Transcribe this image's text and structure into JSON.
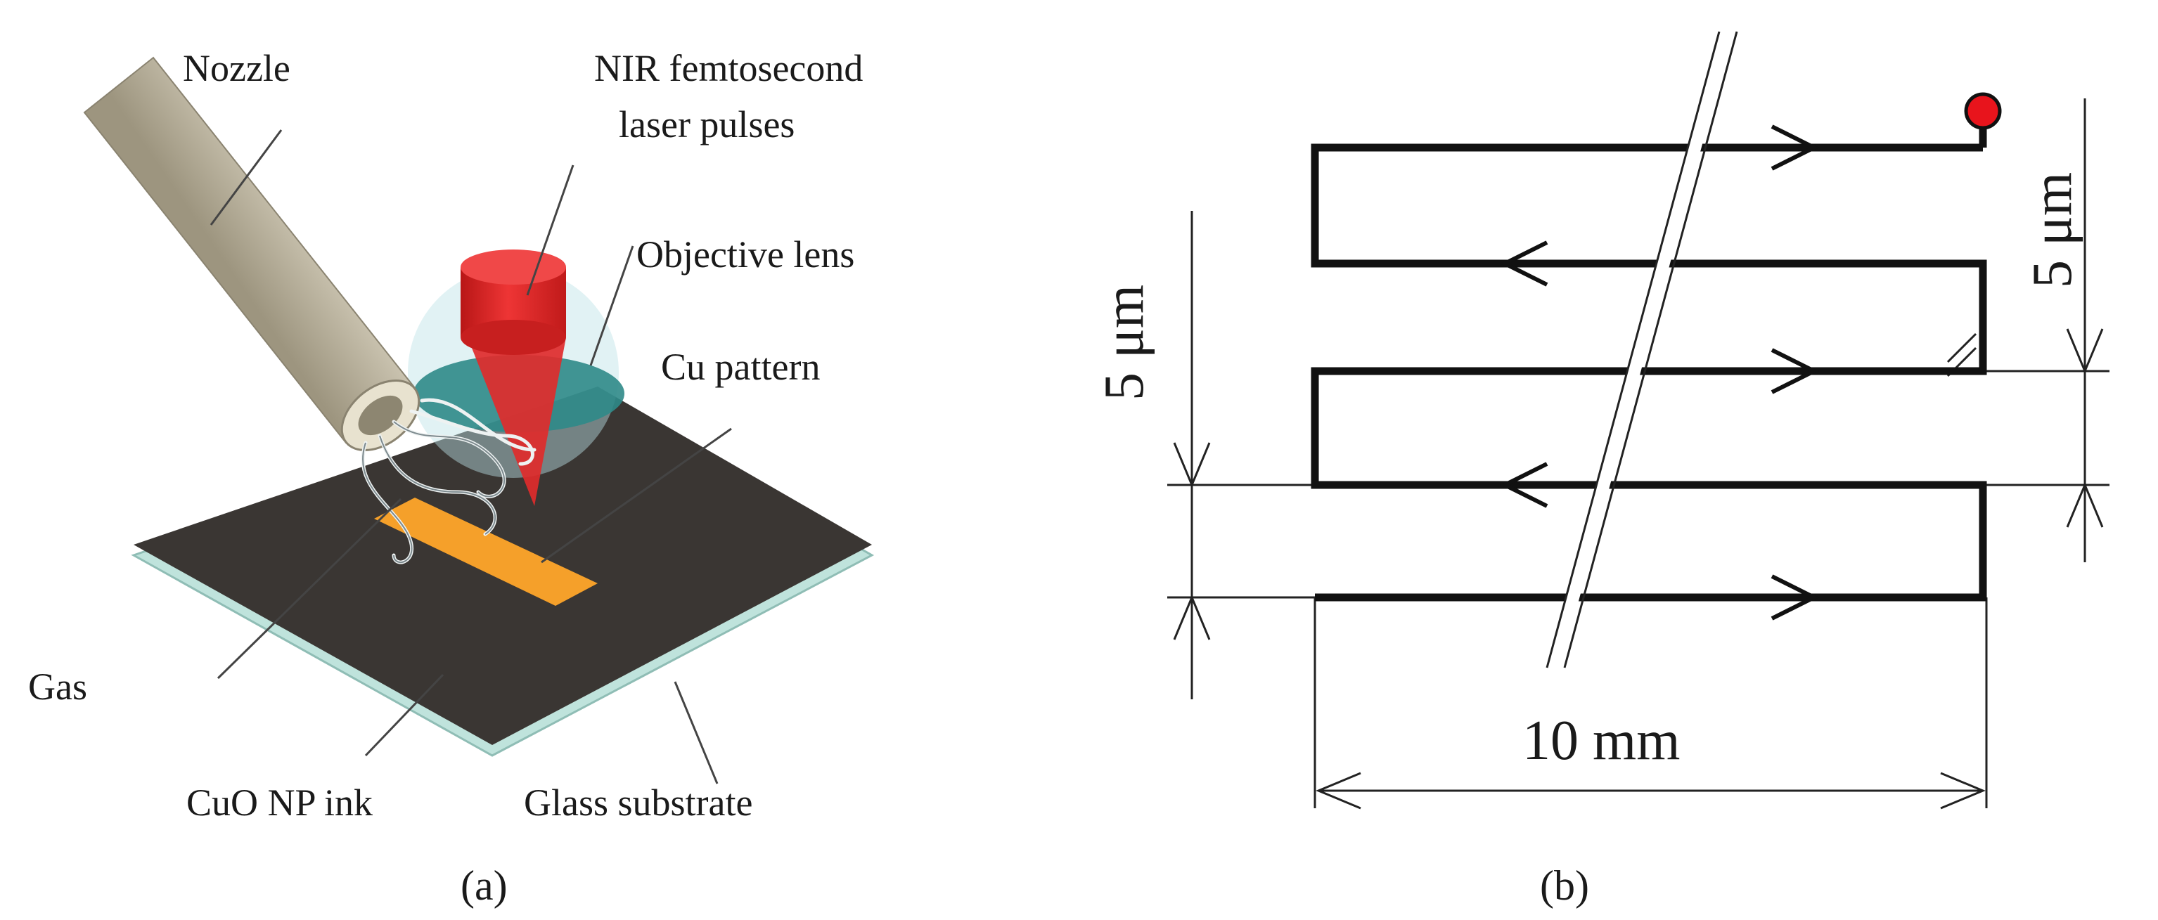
{
  "panel_a": {
    "caption": "(a)",
    "labels": {
      "nozzle": "Nozzle",
      "laser_line1": "NIR femtosecond",
      "laser_line2": "laser pulses",
      "objective": "Objective lens",
      "cu_pattern": "Cu pattern",
      "gas": "Gas",
      "ink": "CuO NP ink",
      "substrate": "Glass substrate"
    },
    "colors": {
      "laser": "#e02b2b",
      "lens": "#2f8a88",
      "pattern": "#f5a02a",
      "ink_layer": "#3a3633",
      "glass": "#bfe3dc",
      "nozzle": "#cfc6ad"
    }
  },
  "panel_b": {
    "caption": "(b)",
    "length_label": "10 mm",
    "pitch_label_left": "5 μm",
    "pitch_label_right": "5 μm",
    "start_marker_color": "#e8141c"
  }
}
